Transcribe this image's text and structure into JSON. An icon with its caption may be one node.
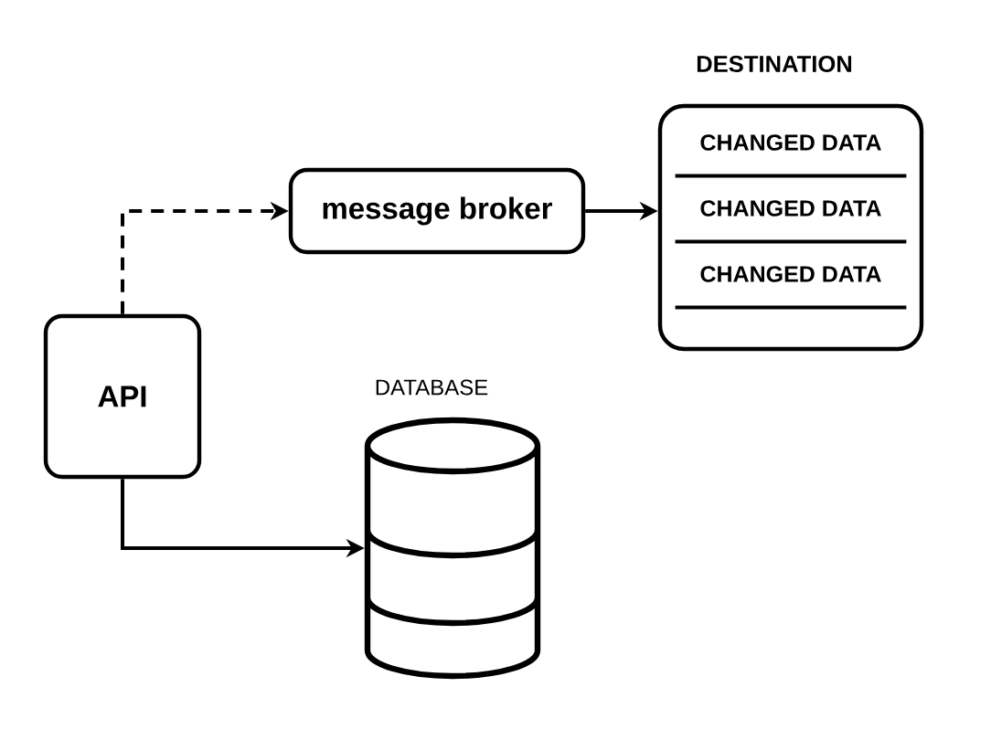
{
  "diagram": {
    "nodes": [
      {
        "text": [
          "API"
        ]
      },
      {
        "text": [
          "message broker"
        ]
      },
      {
        "text": [
          "DESTINATION"
        ]
      },
      {
        "text": [
          "CHANGED DATA"
        ],
        "in": 2
      },
      {
        "text": [
          "CHANGED DATA"
        ],
        "in": 2
      },
      {
        "text": [
          "CHANGED DATA"
        ],
        "in": 2
      },
      {
        "text": [
          "DATABASE"
        ]
      }
    ],
    "edges": [
      {
        "from": 0,
        "to": 1,
        "arrow": "to",
        "style": "dashed"
      },
      {
        "from": 1,
        "to": 2,
        "arrow": "to"
      },
      {
        "from": 0,
        "to": 6,
        "arrow": "to"
      }
    ]
  }
}
